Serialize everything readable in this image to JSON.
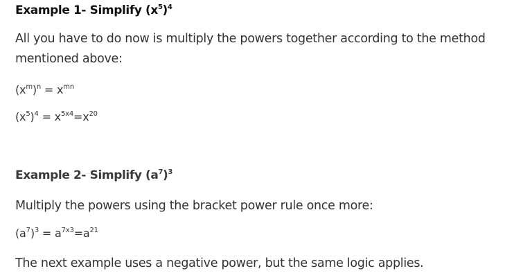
{
  "example1": {
    "heading": {
      "prefix": "Example 1- Simplify (x",
      "sup1": "5",
      "mid": ")",
      "sup2": "4"
    },
    "paragraph_line1": "All you have to do now is multiply the powers together according to the method",
    "paragraph_line2": "mentioned above:",
    "rule": {
      "a": "(x",
      "s1": "m",
      "b": ")",
      "s2": "n",
      "c": " = x",
      "s3": "mn"
    },
    "worked": {
      "a": "(x",
      "s1": "5",
      "b": ")",
      "s2": "4",
      "c": " = x",
      "s3": "5x4",
      "d": "=x",
      "s4": "20"
    }
  },
  "example2": {
    "heading": {
      "prefix": "Example 2- Simplify (a",
      "sup1": "7",
      "mid": ")",
      "sup2": "3"
    },
    "paragraph": "Multiply the powers using the bracket power rule once more:",
    "worked": {
      "a": "(a",
      "s1": "7",
      "b": ")",
      "s2": "3",
      "c": " = a",
      "s3": "7x3",
      "d": "=a",
      "s4": "21"
    },
    "closing": "The next example uses a negative power, but the same logic applies."
  }
}
